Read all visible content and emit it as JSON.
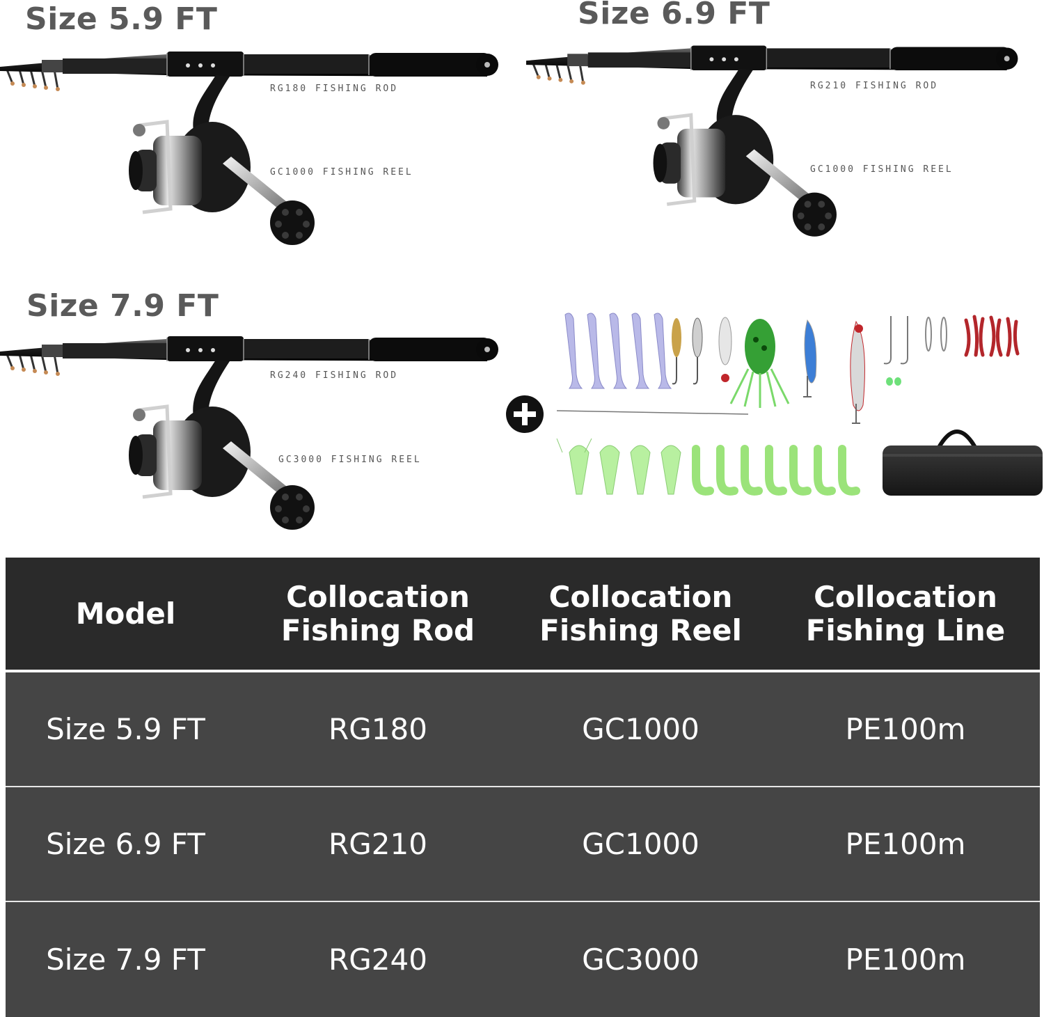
{
  "products": [
    {
      "size": "Size 5.9 FT",
      "rod_label": "RG180 FISHING ROD",
      "reel_label": "GC1000 FISHING REEL"
    },
    {
      "size": "Size 6.9 FT",
      "rod_label": "RG210 FISHING ROD",
      "reel_label": "GC1000 FISHING REEL"
    },
    {
      "size": "Size 7.9 FT",
      "rod_label": "RG240 FISHING ROD",
      "reel_label": "GC3000 FISHING REEL"
    }
  ],
  "accessories": {
    "plus_icon": "plus-icon",
    "items": [
      "soft-paddle-tail-baits",
      "metal-spoon-lures",
      "frog-lure",
      "minnow-crankbaits",
      "hooks",
      "swivels",
      "red-worm-baits",
      "wire-leader",
      "crayfish-baits",
      "curly-tail-grubs",
      "rod-carry-bag"
    ]
  },
  "table": {
    "headers": {
      "model": "Model",
      "rod": [
        "Collocation",
        "Fishing Rod"
      ],
      "reel": [
        "Collocation",
        "Fishing Reel"
      ],
      "line": [
        "Collocation",
        "Fishing Line"
      ]
    },
    "rows": [
      {
        "model": "Size 5.9 FT",
        "rod": "RG180",
        "reel": "GC1000",
        "line": "PE100m"
      },
      {
        "model": "Size 6.9 FT",
        "rod": "RG210",
        "reel": "GC1000",
        "line": "PE100m"
      },
      {
        "model": "Size 7.9 FT",
        "rod": "RG240",
        "reel": "GC3000",
        "line": "PE100m"
      }
    ]
  },
  "colors": {
    "header_bg": "#2a2a2a",
    "row_bg": "#454545",
    "heading_text": "#5a5a5a",
    "lure_green": "#9be37a",
    "worm_red": "#b3262b"
  }
}
